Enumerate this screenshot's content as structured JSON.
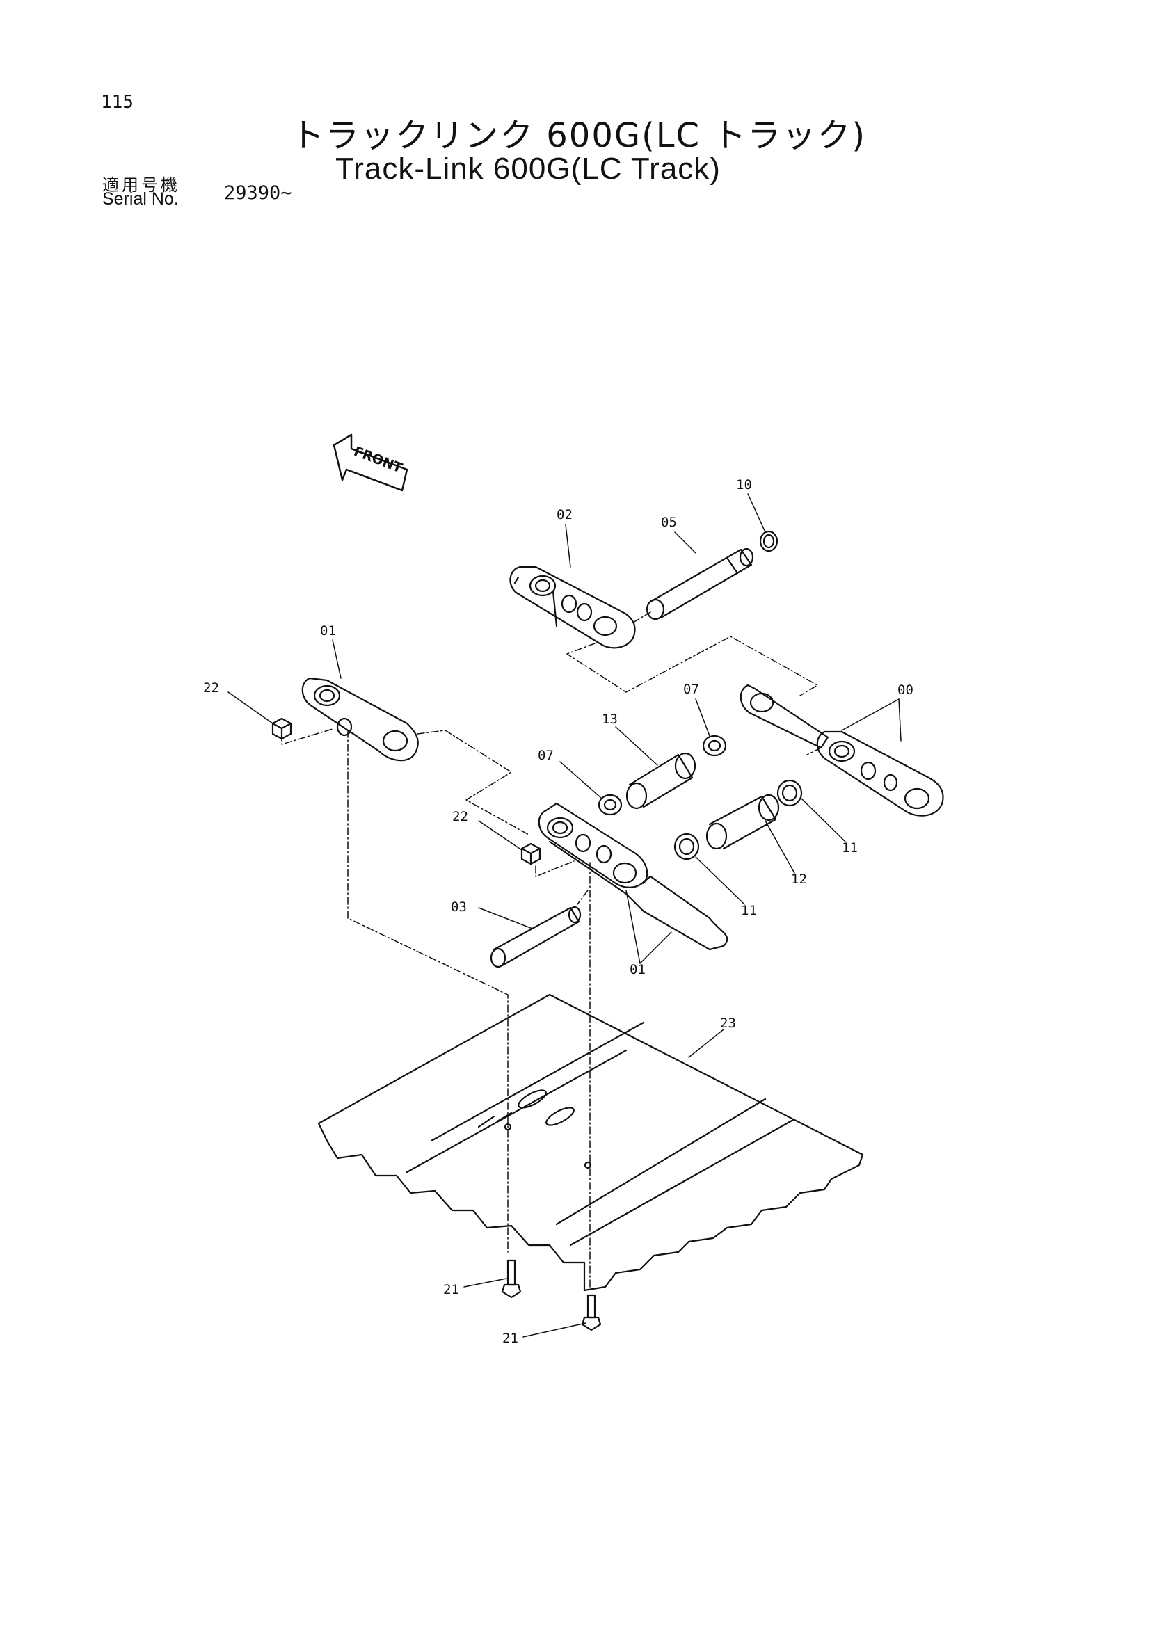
{
  "header": {
    "page_number": "115",
    "title_jp": "トラックリンク 600G(LC トラック)",
    "title_en": "Track-Link 600G(LC Track)",
    "serial_label_jp": "適用号機",
    "serial_label_en": "Serial No.",
    "serial_value": "29390~"
  },
  "diagram": {
    "front_arrow_label": "FRONT",
    "callouts": {
      "c00": "00",
      "c01a": "01",
      "c01b": "01",
      "c02": "02",
      "c03": "03",
      "c05": "05",
      "c07a": "07",
      "c07b": "07",
      "c10": "10",
      "c11a": "11",
      "c11b": "11",
      "c12": "12",
      "c13": "13",
      "c21a": "21",
      "c21b": "21",
      "c22a": "22",
      "c22b": "22",
      "c23": "23"
    }
  }
}
